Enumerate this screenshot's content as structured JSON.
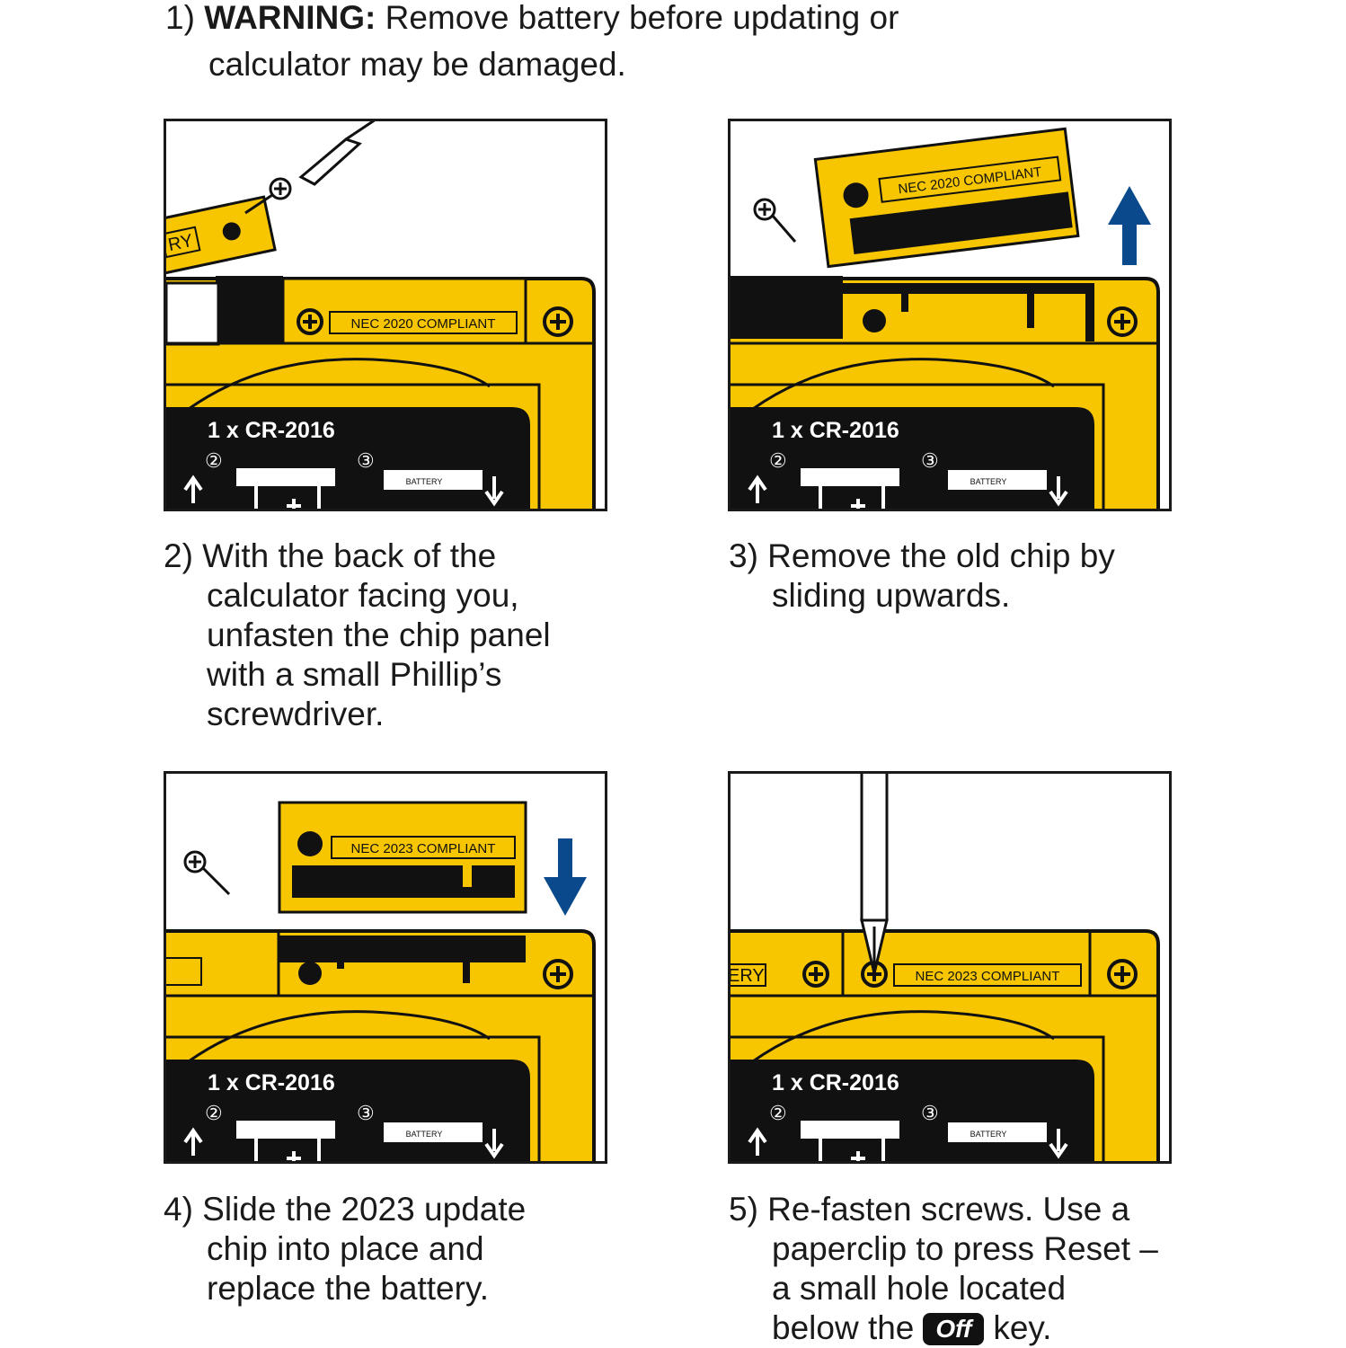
{
  "step1": {
    "number": "1)",
    "warning_label": "WARNING:",
    "line1_rest": "Remove battery before updating or",
    "line2": "calculator may be damaged."
  },
  "step2": {
    "lines": [
      "2) With the back of the",
      "calculator facing you,",
      "unfasten the chip panel",
      "with a small Phillip’s",
      "screwdriver."
    ]
  },
  "step3": {
    "lines": [
      "3) Remove the old chip by",
      "sliding upwards."
    ]
  },
  "step4": {
    "lines": [
      "4) Slide the 2023 update",
      "chip into place and",
      "replace the battery."
    ]
  },
  "step5": {
    "lines": [
      "5) Re-fasten screws. Use a",
      "paperclip to press Reset –",
      "a small hole located"
    ],
    "last_line_before": "below the",
    "key_label": "Off",
    "last_line_after": "key."
  },
  "panels": {
    "battery_label": "1 x CR-2016",
    "battery_tag": "BATTERY",
    "circle2": "②",
    "circle3": "③",
    "chip_old": "NEC 2020 COMPLIANT",
    "chip_new": "NEC 2023 COMPLIANT",
    "partial_ry": "RY",
    "partial_ery": "ERY"
  },
  "colors": {
    "yellow": "#f7c600",
    "black": "#111111",
    "arrow_blue": "#0a4a8c"
  }
}
